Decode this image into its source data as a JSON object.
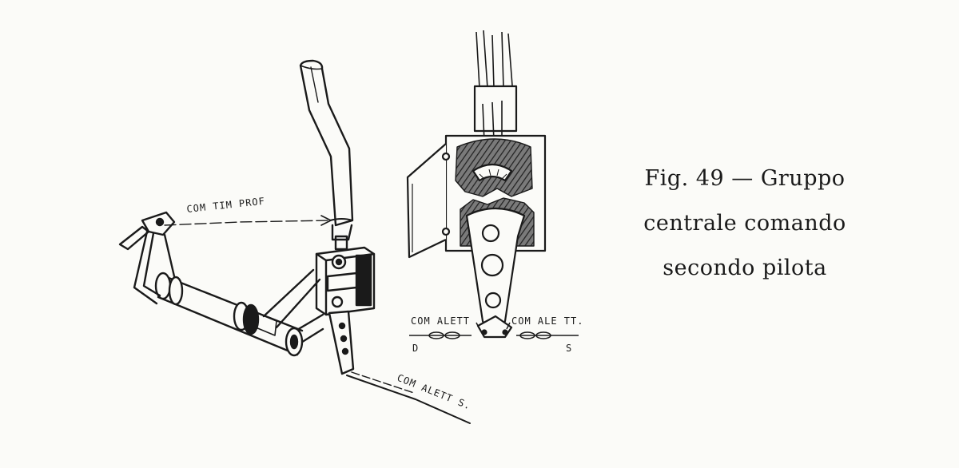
{
  "figure": {
    "caption_line1": "Fig. 49 — Gruppo",
    "caption_line2": "centrale comando",
    "caption_line3": "secondo pilota"
  },
  "labels": {
    "com_tim_prof": "COM TIM PROF",
    "com_alett_left": "COM ALETT",
    "com_alett_right": "COM ALE TT.",
    "com_alett_s": "COM ALETT S.",
    "mark_d": "D",
    "mark_s": "S"
  },
  "colors": {
    "ink": "#1a1a1a",
    "paper": "#fbfbf8",
    "hatch": "#3a3a3a"
  }
}
